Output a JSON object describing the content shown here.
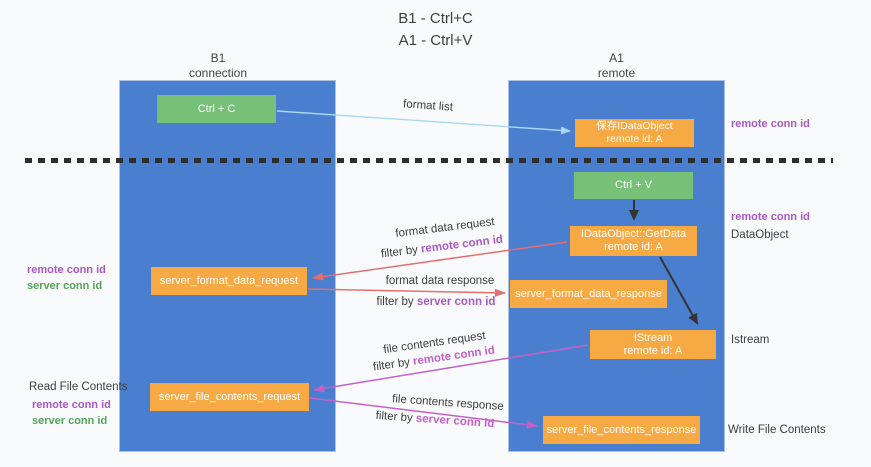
{
  "title": {
    "line1": "B1 - Ctrl+C",
    "line2": "A1 - Ctrl+V"
  },
  "lanes": {
    "left": {
      "title": "B1",
      "subtitle": "connection"
    },
    "right": {
      "title": "A1",
      "subtitle": "remote"
    }
  },
  "boxes": {
    "ctrl_c": {
      "label": "Ctrl + C"
    },
    "save_idataobject": {
      "line1": "保存IDataObject",
      "line2": "remote id: A"
    },
    "ctrl_v": {
      "label": "Ctrl + V"
    },
    "getdata": {
      "line1": "IDataObject::GetData",
      "line2": "remote id: A"
    },
    "istream": {
      "line1": "IStream",
      "line2": "remote id: A"
    },
    "server_format_data_request": {
      "label": "server_format_data_request"
    },
    "server_format_data_response": {
      "label": "server_format_data_response"
    },
    "server_file_contents_request": {
      "label": "server_file_contents_request"
    },
    "server_file_contents_response": {
      "label": "server_file_contents_response"
    }
  },
  "arrow_labels": {
    "format_list": "format list",
    "format_data_request": "format data request",
    "format_data_response": "format data response",
    "file_contents_request": "file contents request",
    "file_contents_response": "file contents response",
    "filter_by": "filter by ",
    "remote_conn_id": "remote conn id",
    "server_conn_id": "server conn id"
  },
  "side_labels": {
    "remote_conn_id_top_right": "remote conn id",
    "remote_conn_id_mid_right": "remote conn id",
    "dataobject": "DataObject",
    "istream": "Istream",
    "write_file_contents": "Write File Contents",
    "read_file_contents": "Read File Contents",
    "remote_conn_id_left_top": "remote conn id",
    "server_conn_id_left_top": "server conn id",
    "remote_conn_id_left_bottom": "remote conn id",
    "server_conn_id_left_bottom": "server conn id"
  },
  "colors": {
    "lane_blue": "#4a7fd0",
    "box_orange": "#f7a943",
    "box_green": "#77c077",
    "arrow_red": "#e56e6e",
    "arrow_magenta": "#c460c8",
    "arrow_light_blue": "#aad7f2",
    "arrow_black": "#333333",
    "text_purple": "#a958c5",
    "text_green": "#53a55b"
  }
}
